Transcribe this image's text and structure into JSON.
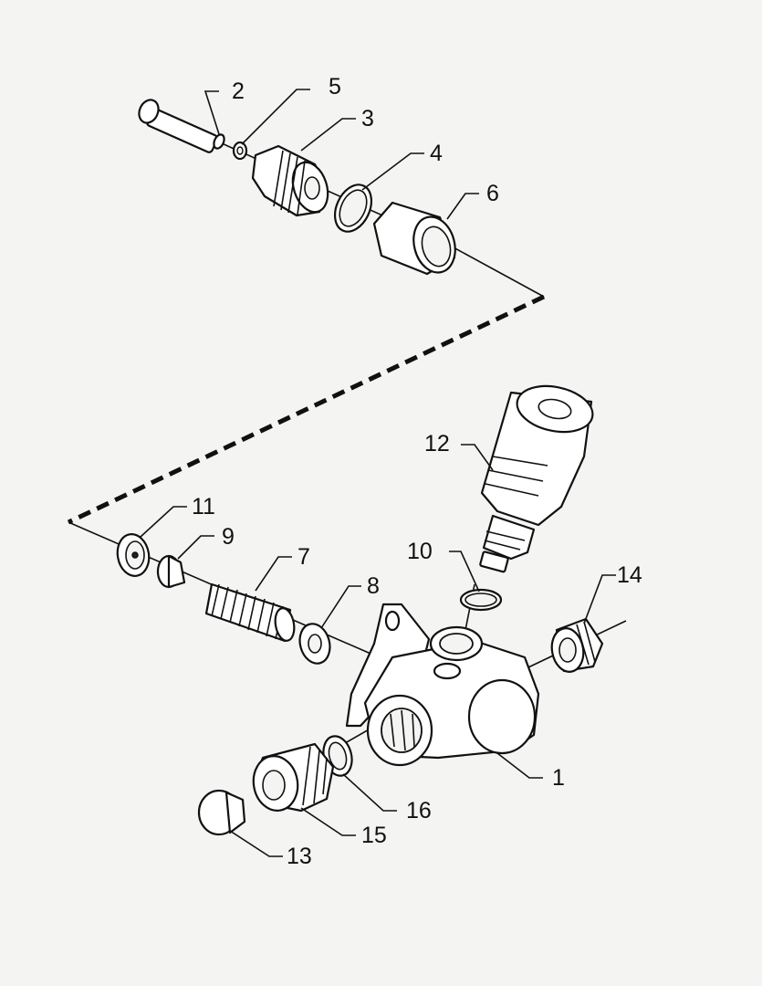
{
  "callouts": [
    {
      "id": "c2",
      "text": "2"
    },
    {
      "id": "c5",
      "text": "5"
    },
    {
      "id": "c3",
      "text": "3"
    },
    {
      "id": "c4",
      "text": "4"
    },
    {
      "id": "c6",
      "text": "6"
    },
    {
      "id": "c12",
      "text": "12"
    },
    {
      "id": "c11",
      "text": "11"
    },
    {
      "id": "c9",
      "text": "9"
    },
    {
      "id": "c7",
      "text": "7"
    },
    {
      "id": "c10",
      "text": "10"
    },
    {
      "id": "c14",
      "text": "14"
    },
    {
      "id": "c8",
      "text": "8"
    },
    {
      "id": "c1",
      "text": "1"
    },
    {
      "id": "c16",
      "text": "16"
    },
    {
      "id": "c15",
      "text": "15"
    },
    {
      "id": "c13",
      "text": "13"
    }
  ]
}
